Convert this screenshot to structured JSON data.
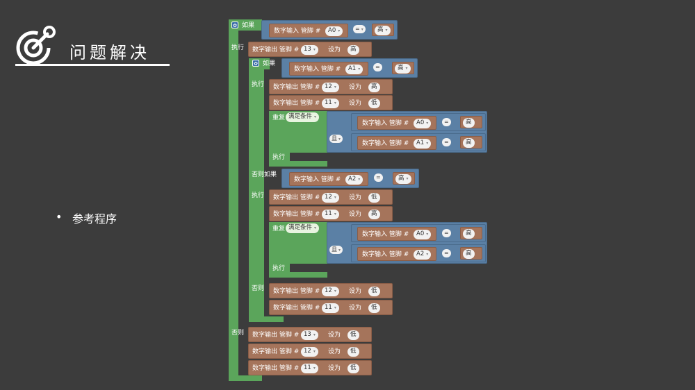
{
  "slide": {
    "title": "问题解决",
    "bullet": "参考程序"
  },
  "icons": {
    "logo": "target-gear-icon"
  },
  "labels": {
    "if": "如果",
    "do": "执行",
    "elseif": "否则如果",
    "else": "否则",
    "repeat": "重复",
    "while": "满足条件",
    "and": "且",
    "eq": "=",
    "digital_read": "数字输入 管脚 #",
    "digital_write": "数字输出 管脚 #",
    "set_to": "设为",
    "high": "高",
    "low": "低"
  },
  "pins": {
    "a0": "A0",
    "a1": "A1",
    "a2": "A2",
    "p13": "13",
    "p12": "12",
    "p11": "11"
  }
}
